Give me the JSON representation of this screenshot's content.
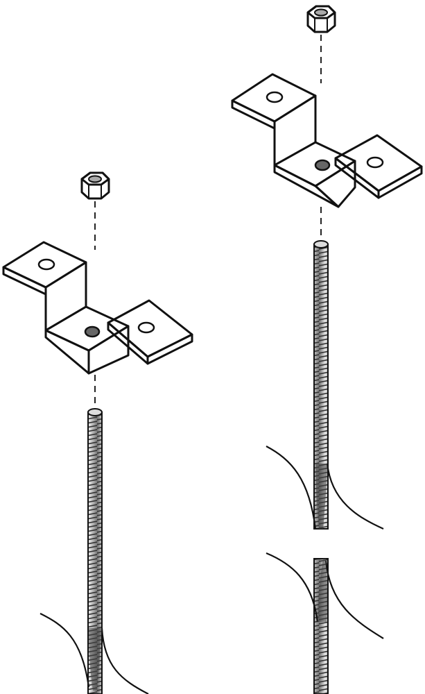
{
  "illustration": {
    "assemblies": [
      {
        "parts": [
          "hex-nut",
          "z-bracket",
          "threaded-rod",
          "break-line"
        ]
      },
      {
        "parts": [
          "hex-nut",
          "z-bracket",
          "threaded-rod",
          "break-line",
          "break-line"
        ]
      }
    ],
    "colors": {
      "outline": "#111111",
      "metal_light": "#eeeeee",
      "metal_mid": "#c8c8c8",
      "metal_dark": "#9a9a9a",
      "background": "#ffffff"
    }
  }
}
